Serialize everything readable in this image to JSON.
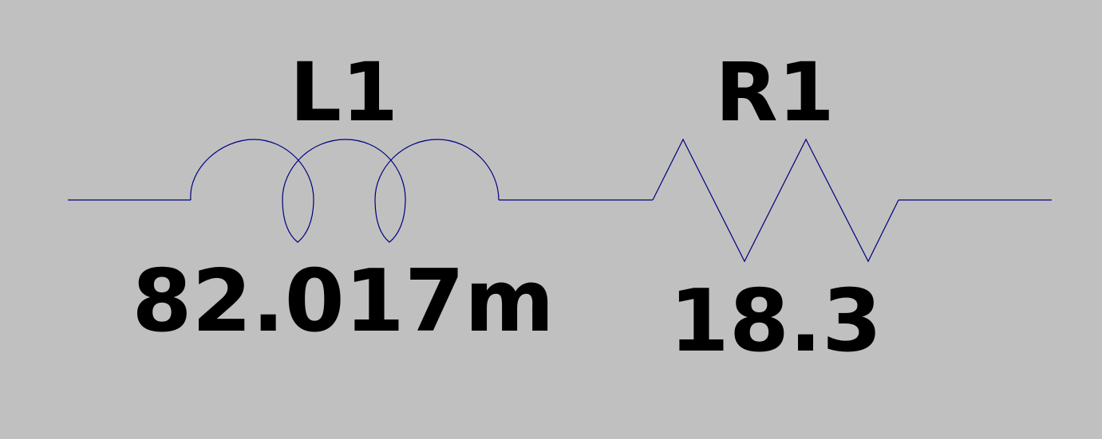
{
  "components": [
    {
      "type": "inductor",
      "reference": "L1",
      "value": "82.017m"
    },
    {
      "type": "resistor",
      "reference": "R1",
      "value": "18.3"
    }
  ],
  "colors": {
    "background": "#c0c0c0",
    "wire": "#000080",
    "text": "#000000"
  }
}
